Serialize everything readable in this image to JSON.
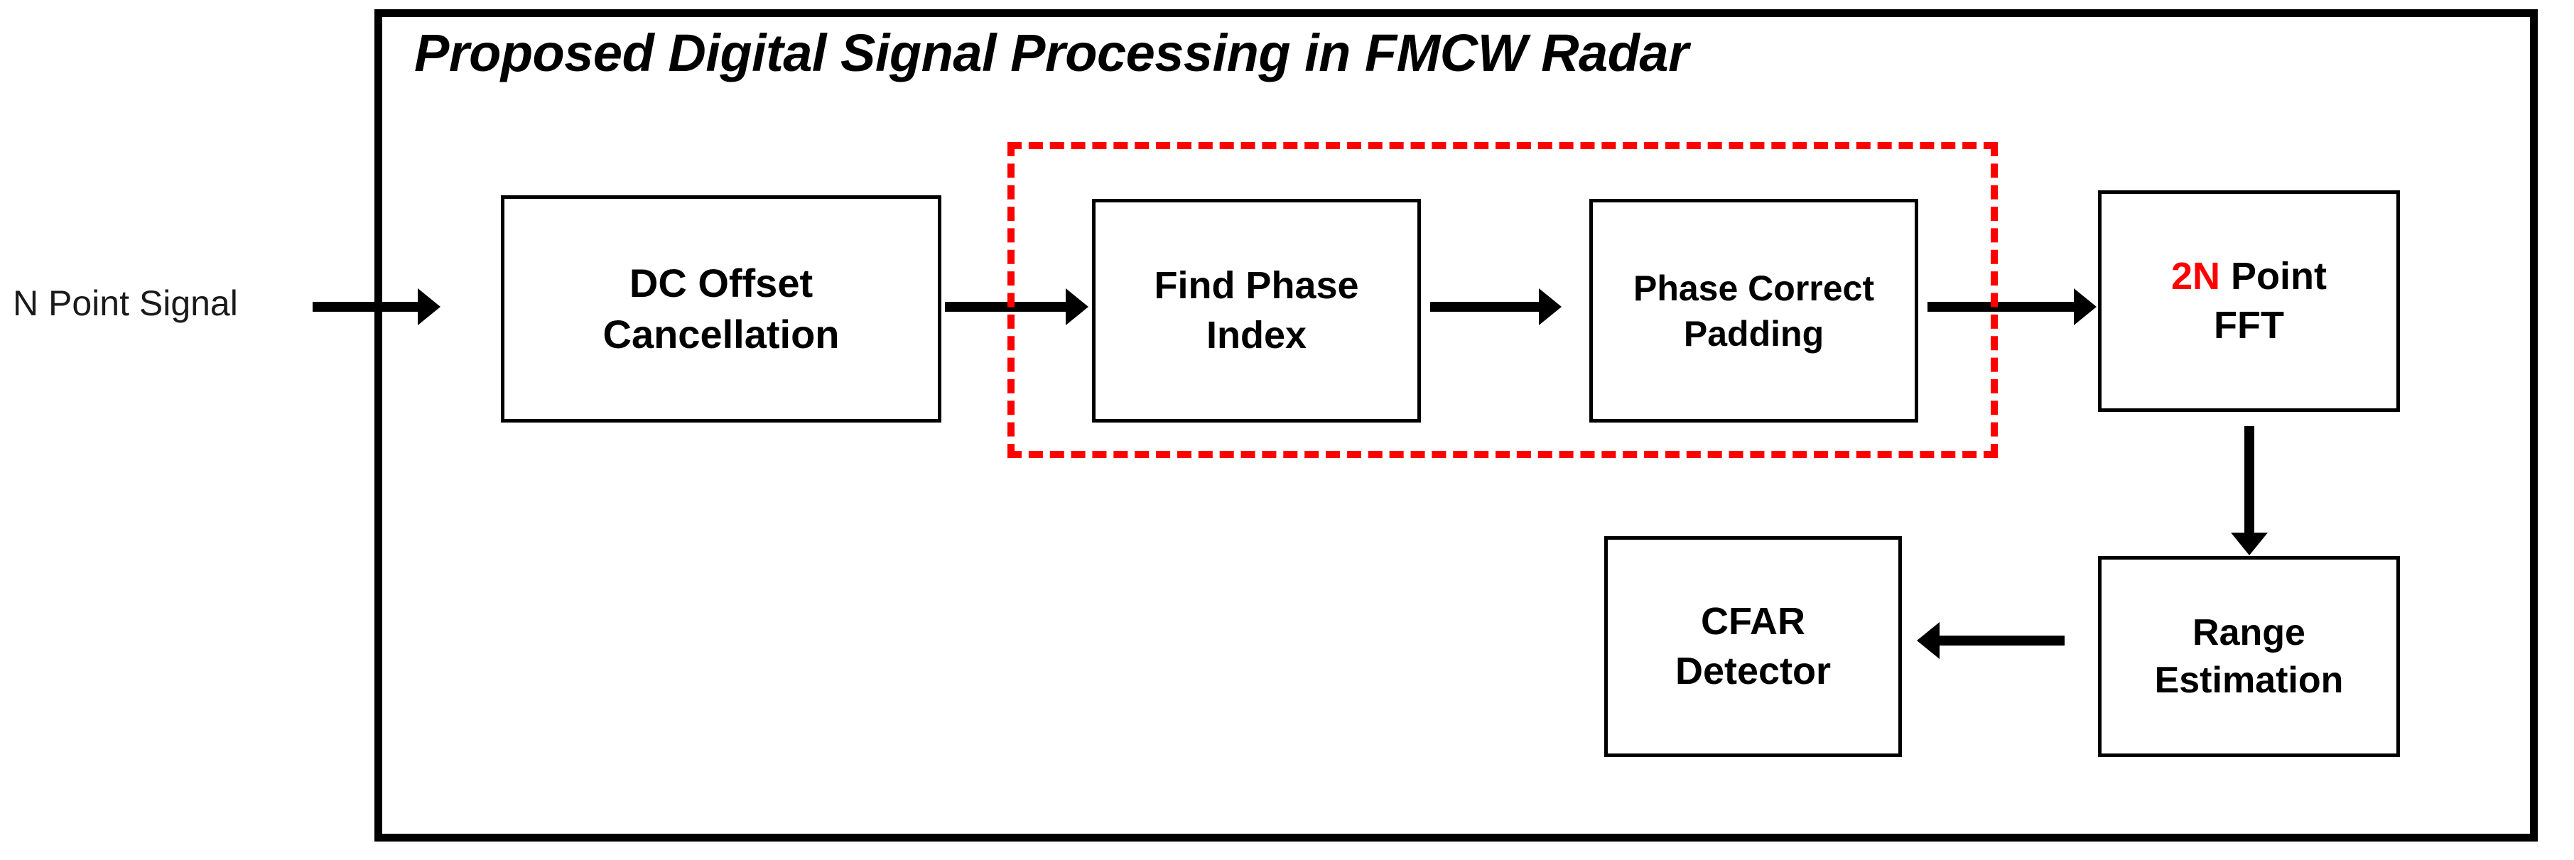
{
  "diagram": {
    "title": "Proposed Digital Signal Processing in FMCW Radar",
    "input_label": "N Point Signal",
    "colors": {
      "highlight": "#ff0000",
      "frame": "#000000",
      "background": "#ffffff"
    },
    "blocks": {
      "dc_offset": {
        "line1": "DC Offset",
        "line2": "Cancellation"
      },
      "find_phase": {
        "line1": "Find Phase",
        "line2": "Index"
      },
      "phase_correct": {
        "line1": "Phase Correct",
        "line2": "Padding"
      },
      "fft": {
        "line1_red": "2N",
        "line1_rest": " Point",
        "line2": "FFT"
      },
      "range_estimation": {
        "line1": "Range",
        "line2": "Estimation"
      },
      "cfar": {
        "line1": "CFAR",
        "line2": "Detector"
      }
    },
    "highlight_region": {
      "style": "dashed",
      "color": "#ff0000",
      "encloses": "Find Phase Index, Phase Correct Padding"
    },
    "flow": [
      "N Point Signal",
      "DC Offset Cancellation",
      "Find Phase Index",
      "Phase Correct Padding",
      "2N Point FFT",
      "Range Estimation",
      "CFAR Detector"
    ]
  }
}
